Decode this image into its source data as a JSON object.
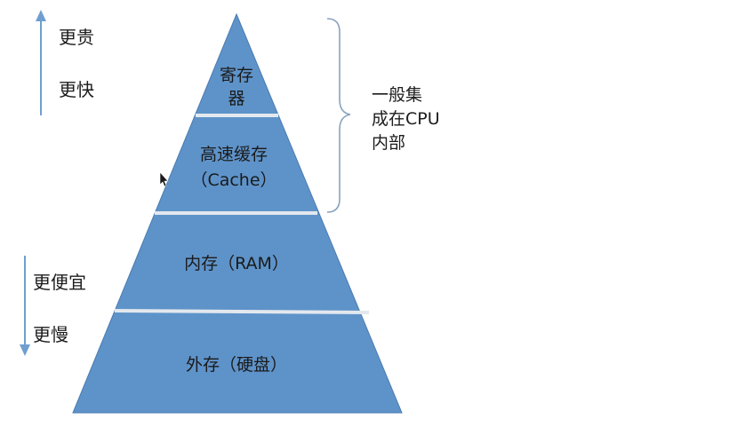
{
  "top_axis": {
    "label_1": "更贵",
    "label_2": "更快"
  },
  "bottom_axis": {
    "label_1": "更便宜",
    "label_2": "更慢"
  },
  "pyramid": {
    "fill_color": "#5e93c9",
    "stroke_color": "#4a7bb0",
    "separator_color": "#e3e8ee",
    "layers": [
      {
        "line_1": "寄存",
        "line_2": "器"
      },
      {
        "line_1": "高速缓存",
        "line_2": "（Cache）"
      },
      {
        "line_1": "内存（RAM）"
      },
      {
        "line_1": "外存（硬盘）"
      }
    ]
  },
  "bracket": {
    "line_1": "一般集",
    "line_2": "成在CPU",
    "line_3": "内部"
  },
  "arrow_color": "#6f9fcf"
}
